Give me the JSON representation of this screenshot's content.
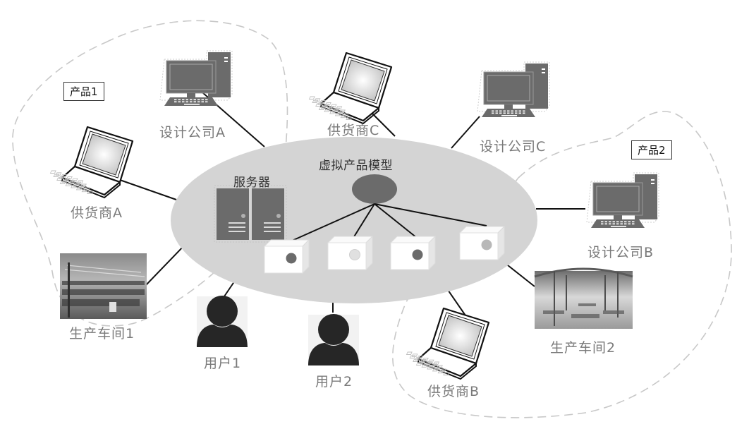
{
  "diagram": {
    "title": "虚拟产品模型 network",
    "hub": {
      "label": "虚拟产品模型",
      "server_label": "服务器",
      "module_count": 4,
      "module_dot_colors": [
        "#6b6b6b",
        "#e0e0e0",
        "#6b6b6b",
        "#b8b8b8"
      ]
    },
    "groups": [
      {
        "id": "product1",
        "label": "产品1"
      },
      {
        "id": "product2",
        "label": "产品2"
      }
    ],
    "nodes": {
      "design_a": {
        "label": "设计公司A",
        "type": "desktop",
        "group": "product1"
      },
      "design_b": {
        "label": "设计公司B",
        "type": "desktop",
        "group": "product2"
      },
      "design_c": {
        "label": "设计公司C",
        "type": "desktop",
        "group": ""
      },
      "supplier_a": {
        "label": "供货商A",
        "type": "laptop",
        "group": "product1"
      },
      "supplier_b": {
        "label": "供货商B",
        "type": "laptop",
        "group": "product2"
      },
      "supplier_c": {
        "label": "供货商C",
        "type": "laptop",
        "group": ""
      },
      "workshop_1": {
        "label": "生产车间1",
        "type": "photo",
        "group": "product1"
      },
      "workshop_2": {
        "label": "生产车间2",
        "type": "photo",
        "group": "product2"
      },
      "user_1": {
        "label": "用户1",
        "type": "user",
        "group": ""
      },
      "user_2": {
        "label": "用户2",
        "type": "user",
        "group": ""
      }
    },
    "colors": {
      "hub_fill": "#d4d4d4",
      "icon_gray": "#6b6b6b",
      "user_dark": "#262626",
      "dashed": "#c8c8c8",
      "label_gray": "#7a7a7a"
    }
  }
}
